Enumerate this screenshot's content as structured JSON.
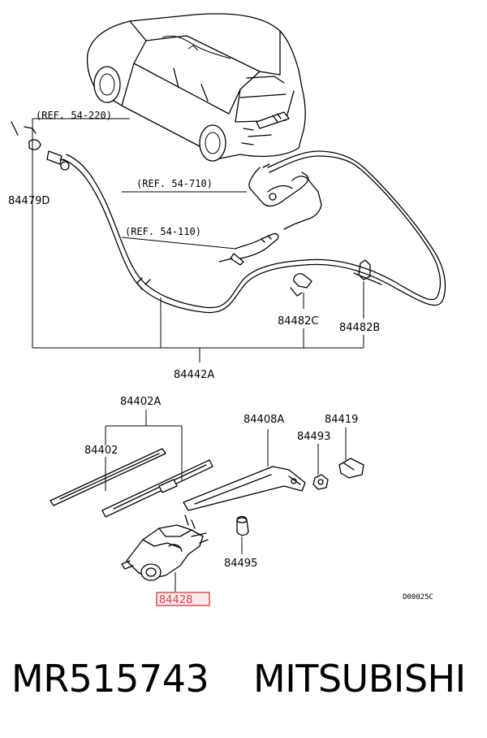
{
  "callouts": {
    "ref_1": "(REF. 54-220)",
    "ref_2": "(REF. 54-710)",
    "ref_3": "(REF. 54-110)",
    "p84479d": "84479D",
    "p84482c": "84482C",
    "p84482b": "84482B",
    "p84442a": "84442A",
    "p84402a": "84402A",
    "p84402": "84402",
    "p84408a": "84408A",
    "p84419": "84419",
    "p84493": "84493",
    "p84495": "84495",
    "p84428": "84428",
    "diagram_code": "D00025C"
  },
  "highlight_color": "#e0404a",
  "footer": {
    "part_number": "MR515743",
    "brand": "MITSUBISHI"
  }
}
